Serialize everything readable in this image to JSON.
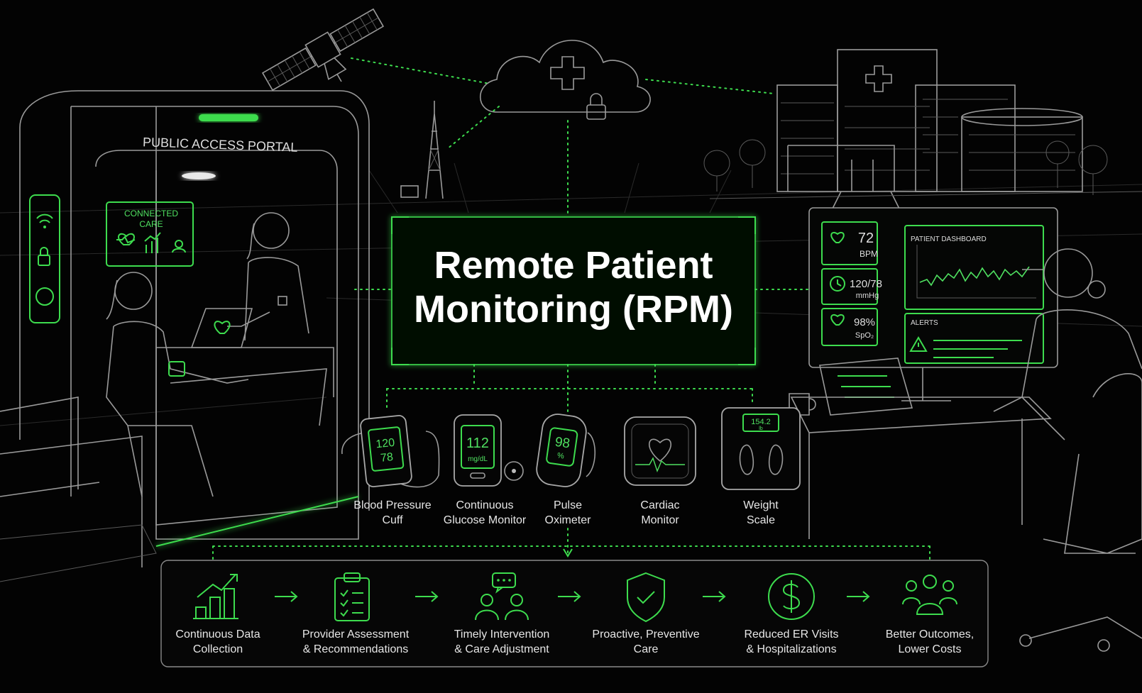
{
  "title": {
    "line1": "Remote Patient",
    "line2": "Monitoring (RPM)"
  },
  "kiosk": {
    "label": "PUBLIC ACCESS PORTAL",
    "connected_line1": "CONNECTED",
    "connected_line2": "CARE"
  },
  "dashboard": {
    "heart_rate_value": "72",
    "heart_rate_unit": "BPM",
    "bp_value": "120/78",
    "bp_unit": "mmHg",
    "spo2_value": "98%",
    "spo2_unit": "SpO₂",
    "panel_title": "PATIENT DASHBOARD",
    "alerts_title": "ALERTS"
  },
  "devices": [
    {
      "line1": "Blood Pressure",
      "line2": "Cuff",
      "screen1": "120",
      "screen2": "78"
    },
    {
      "line1": "Continuous",
      "line2": "Glucose Monitor",
      "screen1": "112",
      "screen2": "mg/dL"
    },
    {
      "line1": "Pulse",
      "line2": "Oximeter",
      "screen1": "98",
      "screen2": "%"
    },
    {
      "line1": "Cardiac",
      "line2": "Monitor"
    },
    {
      "line1": "Weight",
      "line2": "Scale",
      "screen1": "154.2",
      "screen2": "lb"
    }
  ],
  "steps": [
    {
      "line1": "Continuous Data",
      "line2": "Collection",
      "icon": "growth-chart-icon"
    },
    {
      "line1": "Provider Assessment",
      "line2": "& Recommendations",
      "icon": "clipboard-checklist-icon"
    },
    {
      "line1": "Timely Intervention",
      "line2": "& Care Adjustment",
      "icon": "consultation-icon"
    },
    {
      "line1": "Proactive, Preventive",
      "line2": "Care",
      "icon": "shield-check-icon"
    },
    {
      "line1": "Reduced ER Visits",
      "line2": "& Hospitalizations",
      "icon": "dollar-icon"
    },
    {
      "line1": "Better Outcomes,",
      "line2": "Lower Costs",
      "icon": "people-group-icon"
    }
  ],
  "colors": {
    "accent": "#3ddc4e",
    "background": "#030303",
    "line_art": "#9a9a9a"
  }
}
